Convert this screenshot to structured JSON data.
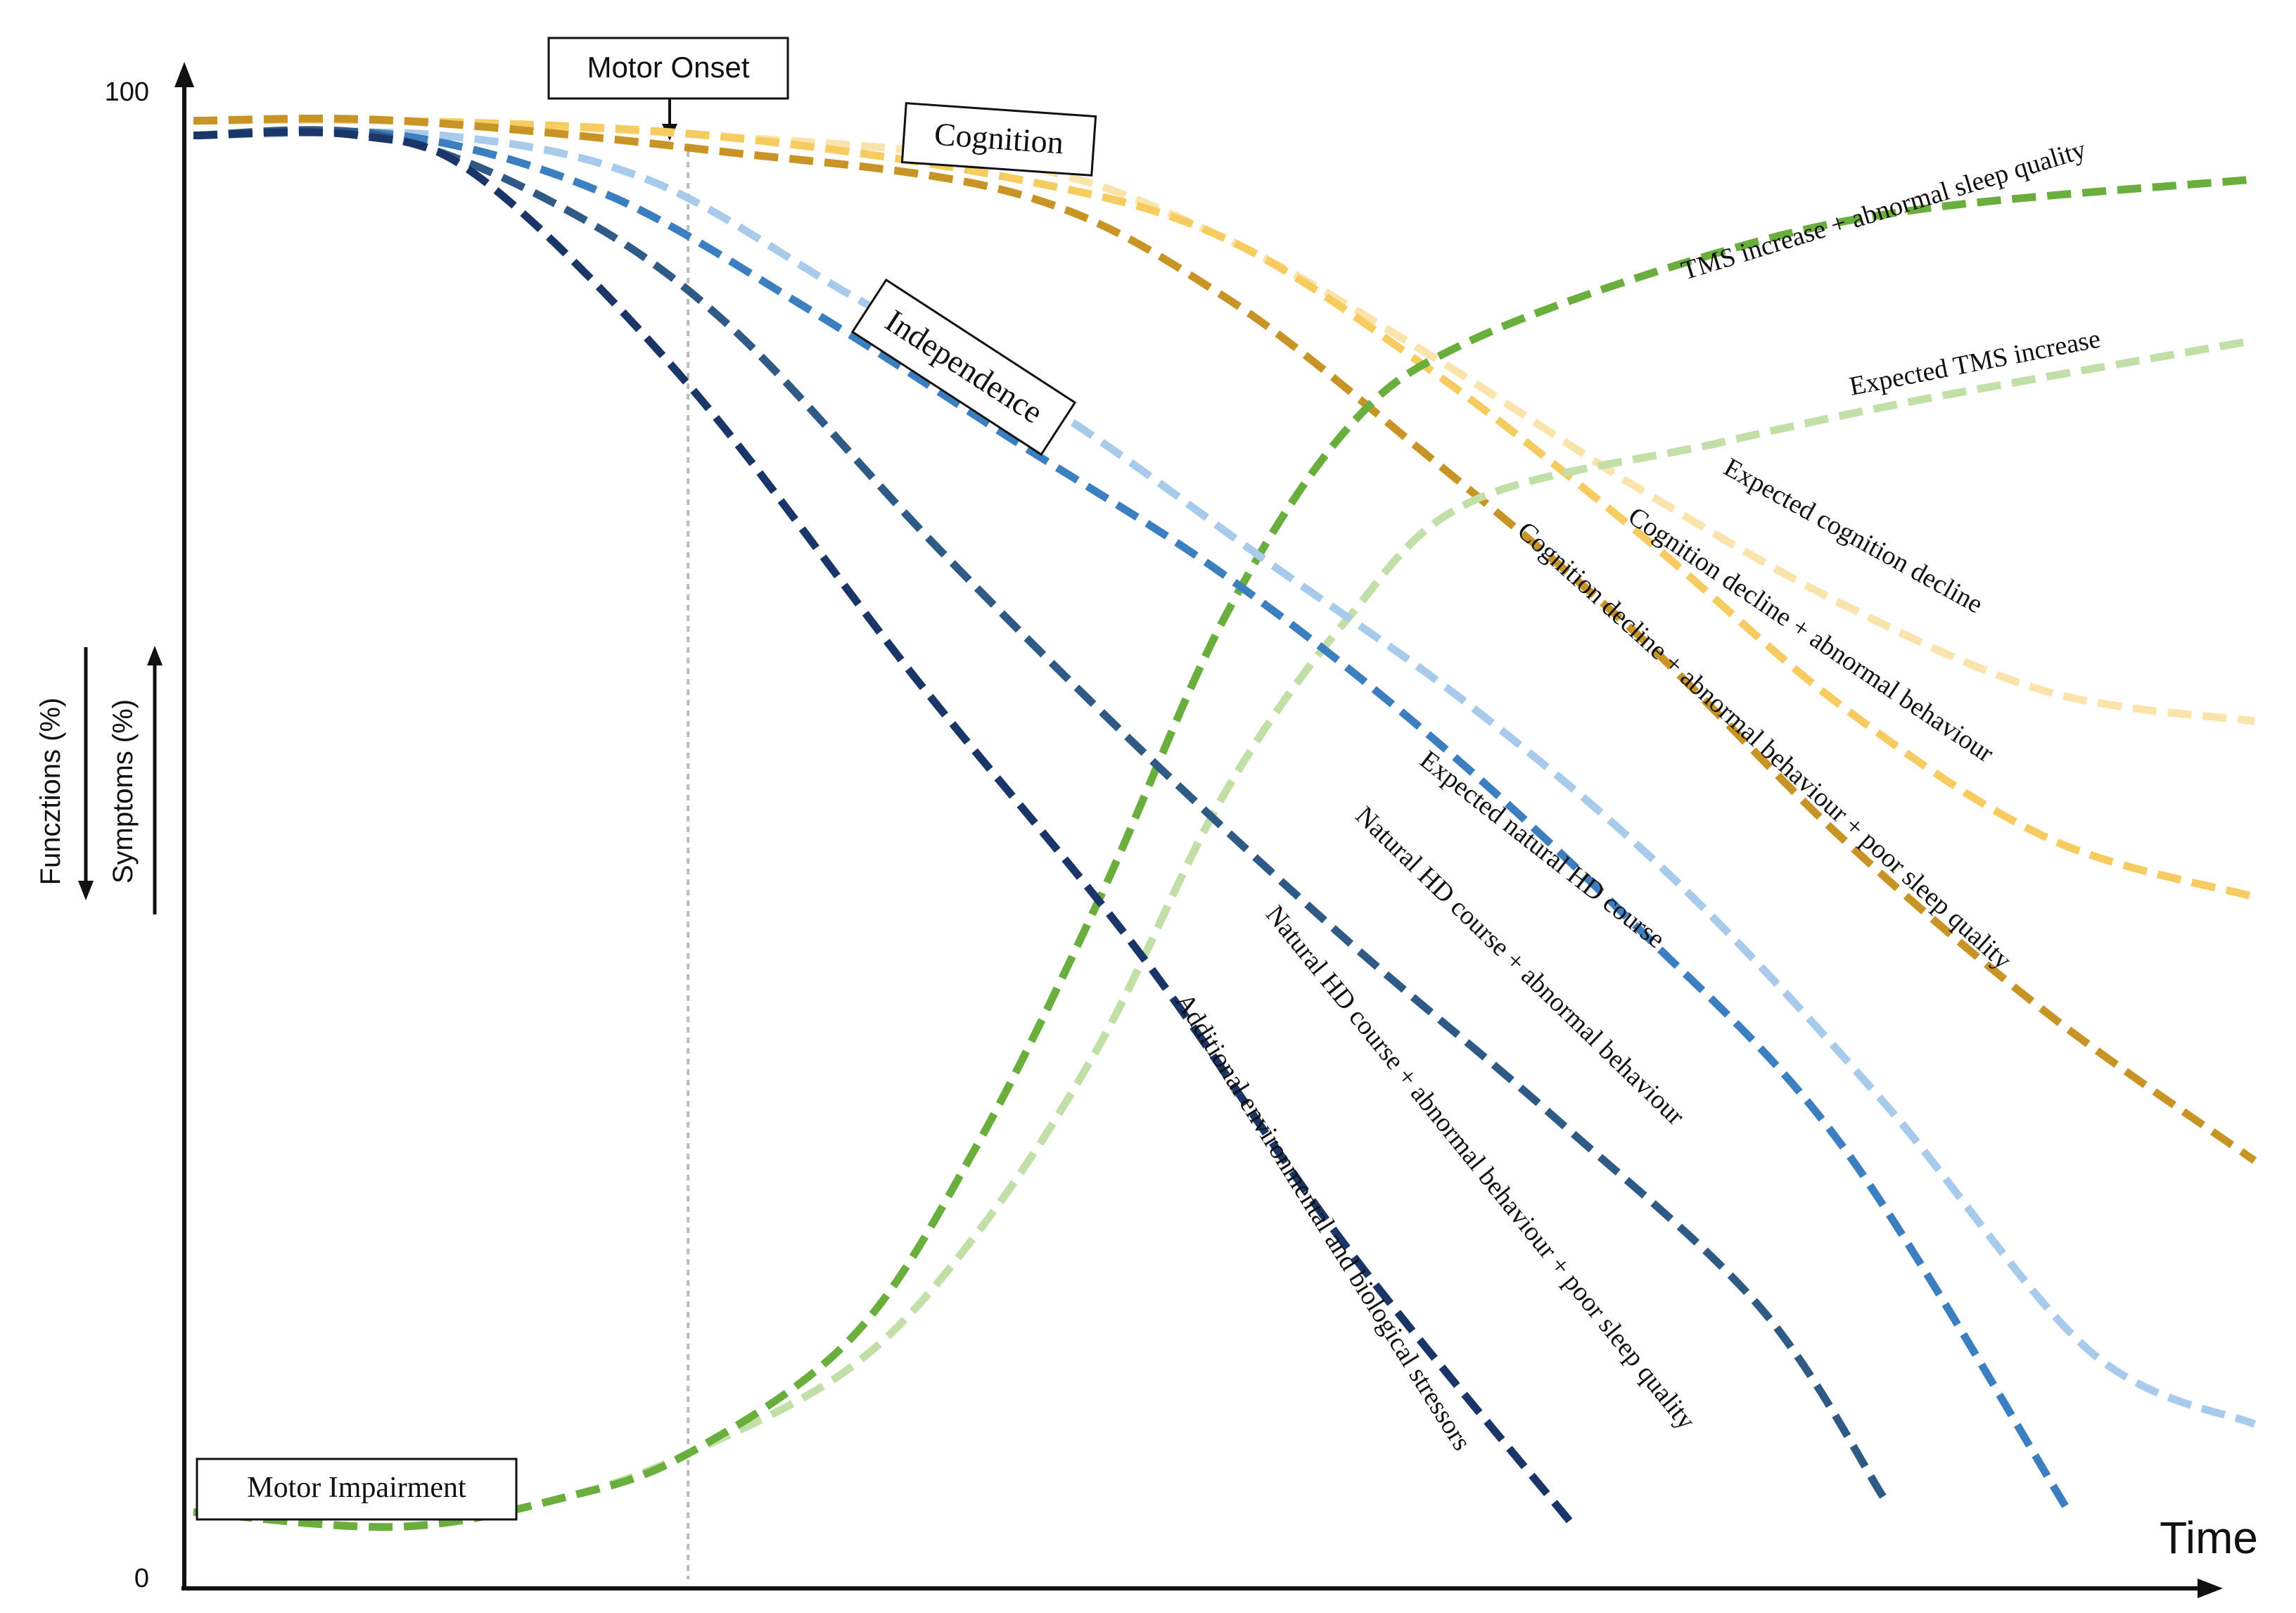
{
  "chart_data": {
    "type": "line",
    "title": "",
    "xlabel": "Time",
    "ylabel_functions": "Funcztions (%)",
    "ylabel_symptoms": "Symptoms (%)",
    "y_ticks": [
      "0",
      "100"
    ],
    "ylim": [
      0,
      100
    ],
    "xlim": [
      0,
      100
    ],
    "grid": false,
    "x_marker": {
      "label": "Motor Onset",
      "x": 24
    },
    "group_labels": {
      "cognition": "Cognition",
      "independence": "Independence",
      "motor": "Motor Impairment"
    },
    "colors": {
      "navy": "#1a3668",
      "dark_slate_blue": "#2e5a85",
      "mid_blue": "#3b7fc0",
      "light_blue": "#a8cbec",
      "dark_gold": "#c79425",
      "yellow": "#f6cc61",
      "pale_yellow": "#fbe4ab",
      "green": "#6aae3d",
      "light_green": "#c1dfa6"
    },
    "series": [
      {
        "name": "Additional environmental and biological stressors",
        "color": "#1a3668",
        "points": [
          [
            0,
            97
          ],
          [
            8,
            97
          ],
          [
            14,
            94
          ],
          [
            24,
            80
          ],
          [
            35,
            60
          ],
          [
            46,
            41
          ],
          [
            56,
            21
          ],
          [
            67,
            2
          ]
        ]
      },
      {
        "name": "Natural HD course + abnormal behaviour + poor sleep quality",
        "color": "#2e5a85",
        "points": [
          [
            0,
            97
          ],
          [
            9,
            97
          ],
          [
            18,
            92
          ],
          [
            26,
            84
          ],
          [
            36,
            69
          ],
          [
            46,
            55
          ],
          [
            56,
            42
          ],
          [
            66,
            30
          ],
          [
            76,
            17
          ],
          [
            82,
            4
          ]
        ]
      },
      {
        "name": "Natural HD course + abnormal behaviour",
        "color": "#3b7fc0",
        "points": [
          [
            0,
            97
          ],
          [
            10,
            97
          ],
          [
            20,
            93
          ],
          [
            30,
            85
          ],
          [
            40,
            76
          ],
          [
            50,
            67
          ],
          [
            60,
            56
          ],
          [
            70,
            43
          ],
          [
            80,
            28
          ],
          [
            91,
            3
          ]
        ]
      },
      {
        "name": "Expected natural HD course",
        "color": "#a8cbec",
        "points": [
          [
            0,
            97
          ],
          [
            12,
            97
          ],
          [
            22,
            94
          ],
          [
            32,
            86
          ],
          [
            42,
            78
          ],
          [
            52,
            68
          ],
          [
            62,
            58
          ],
          [
            72,
            46
          ],
          [
            82,
            31
          ],
          [
            92,
            14
          ],
          [
            100,
            9
          ]
        ]
      },
      {
        "name": "Cognition decline + abnormal behaviour + poor sleep quality",
        "color": "#c79425",
        "points": [
          [
            0,
            98
          ],
          [
            10,
            98
          ],
          [
            25,
            96
          ],
          [
            40,
            93
          ],
          [
            50,
            86
          ],
          [
            60,
            75
          ],
          [
            70,
            63
          ],
          [
            80,
            49
          ],
          [
            90,
            37
          ],
          [
            100,
            27
          ]
        ]
      },
      {
        "name": "Cognition decline + abnormal behaviour",
        "color": "#f6cc61",
        "points": [
          [
            0,
            98
          ],
          [
            10,
            98
          ],
          [
            25,
            97
          ],
          [
            40,
            94
          ],
          [
            50,
            90
          ],
          [
            60,
            81
          ],
          [
            70,
            70
          ],
          [
            80,
            58
          ],
          [
            90,
            49
          ],
          [
            100,
            45
          ]
        ]
      },
      {
        "name": "Expected cognition decline",
        "color": "#fbe4ab",
        "points": [
          [
            0,
            98
          ],
          [
            10,
            98
          ],
          [
            25,
            97
          ],
          [
            40,
            95
          ],
          [
            50,
            90
          ],
          [
            60,
            82
          ],
          [
            70,
            73
          ],
          [
            80,
            65
          ],
          [
            90,
            59
          ],
          [
            100,
            57
          ]
        ]
      },
      {
        "name": "TMS increase + abnormal sleep quality",
        "color": "#6aae3d",
        "points": [
          [
            0,
            3
          ],
          [
            10,
            2
          ],
          [
            18,
            4
          ],
          [
            24,
            7
          ],
          [
            32,
            15
          ],
          [
            38,
            28
          ],
          [
            44,
            45
          ],
          [
            50,
            64
          ],
          [
            56,
            77
          ],
          [
            62,
            83
          ],
          [
            74,
            89
          ],
          [
            84,
            92
          ],
          [
            100,
            94
          ]
        ]
      },
      {
        "name": "Expected TMS increase",
        "color": "#c1dfa6",
        "points": [
          [
            0,
            3
          ],
          [
            10,
            2
          ],
          [
            18,
            4
          ],
          [
            24,
            7
          ],
          [
            32,
            13
          ],
          [
            38,
            22
          ],
          [
            44,
            35
          ],
          [
            50,
            52
          ],
          [
            56,
            64
          ],
          [
            62,
            72
          ],
          [
            74,
            76
          ],
          [
            84,
            79
          ],
          [
            100,
            83
          ]
        ]
      }
    ]
  }
}
